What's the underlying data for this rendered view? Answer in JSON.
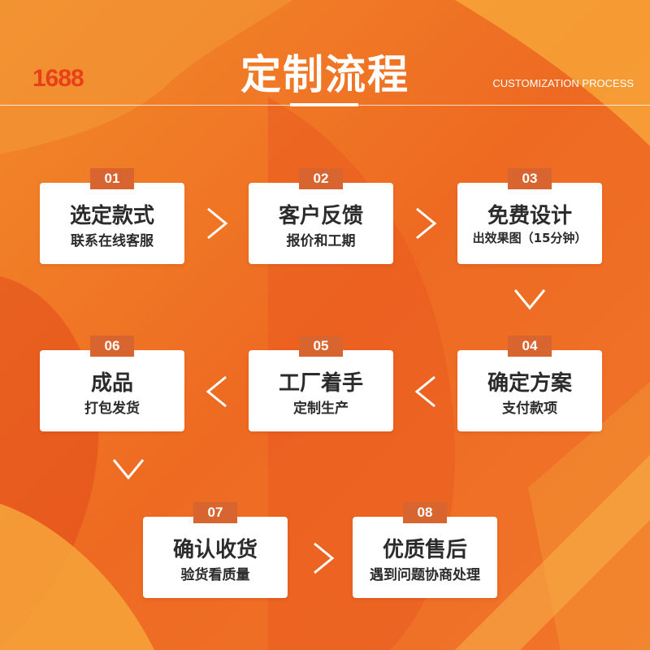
{
  "header": {
    "logo": "1688",
    "title": "定制流程",
    "subtitle": "CUSTOMIZATION PROCESS"
  },
  "steps": [
    {
      "num": "01",
      "title": "选定款式",
      "sub": "联系在线客服"
    },
    {
      "num": "02",
      "title": "客户反馈",
      "sub": "报价和工期"
    },
    {
      "num": "03",
      "title": "免费设计",
      "sub": "出效果图（15分钟）"
    },
    {
      "num": "04",
      "title": "确定方案",
      "sub": "支付款项"
    },
    {
      "num": "05",
      "title": "工厂着手",
      "sub": "定制生产"
    },
    {
      "num": "06",
      "title": "成品",
      "sub": "打包发货"
    },
    {
      "num": "07",
      "title": "确认收货",
      "sub": "验货看质量"
    },
    {
      "num": "08",
      "title": "优质售后",
      "sub": "遇到问题协商处理"
    }
  ],
  "colors": {
    "orange": "#ef6a22",
    "badge": "#d8652f",
    "logo": "#e8401a"
  }
}
